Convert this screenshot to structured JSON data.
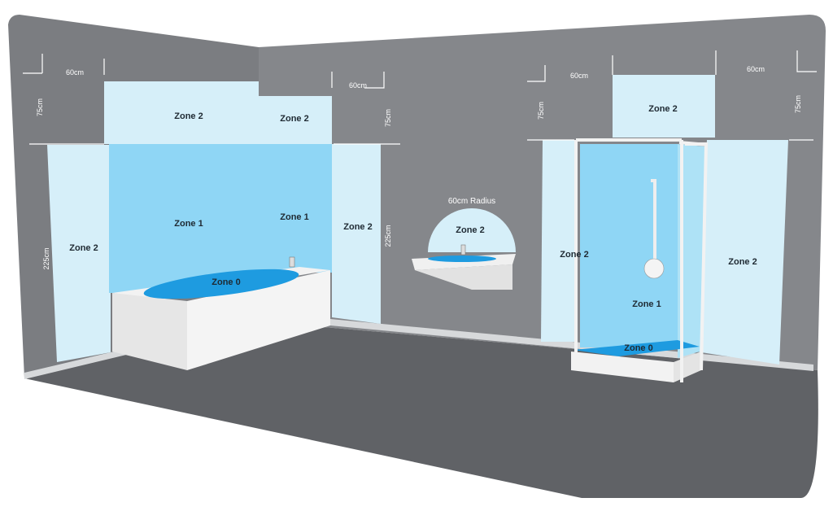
{
  "bath_area": {
    "left_wall_zone": "Zone 2",
    "top_left_zone": "Zone 2",
    "top_corner_zone": "Zone 2",
    "main_zone": "Zone 1",
    "corner_zone": "Zone 1",
    "right_zone": "Zone 2",
    "bath_zone": "Zone 0",
    "dims": {
      "top_left_width": "60cm",
      "top_left_height": "75cm",
      "left_height": "225cm",
      "top_right_width": "60cm",
      "top_right_height": "75cm",
      "right_height": "225cm"
    }
  },
  "basin_area": {
    "radius_label": "60cm Radius",
    "zone": "Zone 2"
  },
  "shower_area": {
    "top_zone": "Zone 2",
    "left_zone": "Zone 2",
    "right_zone": "Zone 2",
    "inner_zone": "Zone 1",
    "tray_zone": "Zone 0",
    "dims": {
      "left_width": "60cm",
      "left_height": "75cm",
      "right_width": "60cm",
      "right_height": "75cm"
    }
  },
  "colors": {
    "wall": "#7a7c80",
    "floor": "#5f6165",
    "zone0": "#1e9be0",
    "zone1": "#8fd6f5",
    "zone2": "#d6eff9",
    "fixture": "#eeeeee"
  }
}
